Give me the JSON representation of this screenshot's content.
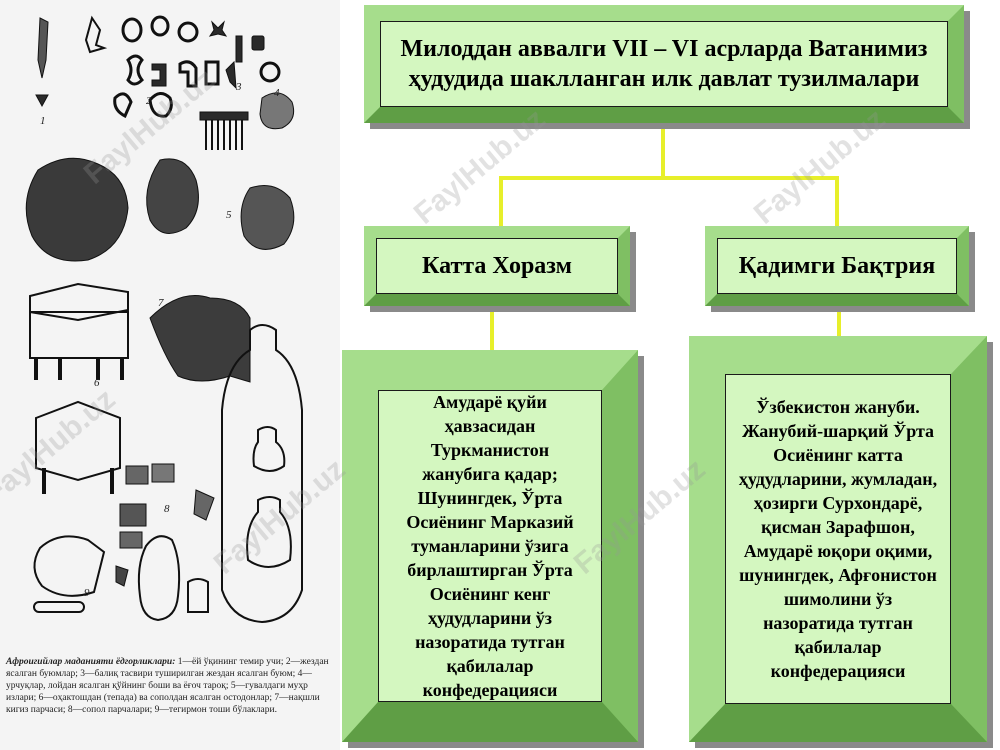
{
  "diagram": {
    "title": "Милоддан аввалги VII – VI асрларда Ватанимиз ҳудудида шаклланган илк давлат тузилмалари",
    "left_state": "Катта Хоразм",
    "right_state": "Қадимги Бақтрия",
    "left_description": "Амударё қуйи ҳавзасидан Туркманистон жанубига қадар; Шунингдек, Ўрта Осиёнинг Марказий туманларини ўзига бирлаштирган Ўрта Осиёнинг кенг ҳудудларини ўз назоратида тутган қабилалар конфедерацияси",
    "right_description": "Ўзбекистон жануби. Жанубий-шарқий Ўрта Осиёнинг катта ҳудудларини, жумладан, ҳозирги Сурхондарё, қисман Зарафшон, Амударё юқори оқими, шунингдек, Афғонистон шимолини ўз назоратида тутган қабилалар конфедерацияси",
    "colors": {
      "box_face": "#d4f7c0",
      "bevel": "#a6dd8c",
      "connector": "#e7ef2a"
    }
  },
  "plate": {
    "caption_bold": "Афрoигийлар маданияти ёдгорликлари:",
    "caption_text": "1—ёй ўқининг темир учи; 2—жездан ясалган буюмлар; 3—балиқ тасвири туширилган жездан ясалган буюм; 4—урчуқлар, лойдан ясалган қўйнинг боши ва ёғоч тароқ; 5—гувалдаги муҳр излари; 6—оҳактошдан (тепада) ва сополдан ясалган остодонлар; 7—нақшли кигиз парчаси; 8—сопол парчалари; 9—тегирмон тоши бўлаклари.",
    "figure_numbers": [
      "1",
      "2",
      "3",
      "4",
      "5",
      "6",
      "7",
      "8",
      "9"
    ]
  },
  "watermarks": [
    "FaylHub.uz",
    "FaylHub.uz",
    "FaylHub.uz",
    "FaylHub.uz",
    "FaylHub.uz",
    "FaylHub.uz"
  ]
}
